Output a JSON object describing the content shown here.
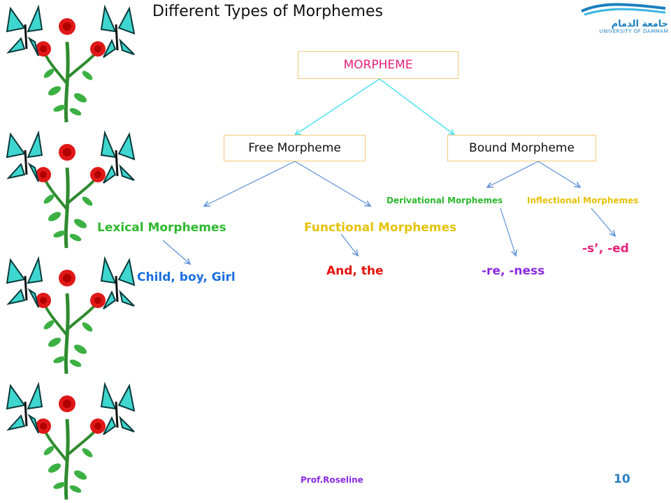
{
  "title": "Different Types of Morphemes",
  "logo": {
    "arabic_text": "جامعة الدمام",
    "latin_text": "UNIVERSITY OF DAMMAM",
    "color": "#1a7fbf"
  },
  "nodes": {
    "root": "MORPHEME",
    "free": "Free Morpheme",
    "bound": "Bound Morpheme",
    "derivational": "Derivational Morphemes",
    "inflectional": "Inflectional Morphemes",
    "lexical": "Lexical Morphemes",
    "functional": "Functional Morphemes"
  },
  "examples": {
    "lexical": "Child, boy, Girl",
    "functional": "And, the",
    "derivational": "-re, -ness",
    "inflectional": "-s’, -ed"
  },
  "footer": {
    "author": "Prof.Roseline",
    "page_number": "10"
  },
  "colors": {
    "root_text": "#e8207a",
    "box_border": "#f2c97a",
    "box_text": "#111111",
    "lexical": "#2eb82e",
    "functional": "#e6c20a",
    "derivational": "#2eb82e",
    "inflectional": "#e6c20a",
    "example_lexical": "#1a6fe0",
    "example_functional": "#e8100a",
    "example_derivational": "#8a2be2",
    "example_inflectional": "#e8207a",
    "arrow_root": "#4fe0f0",
    "arrow_other": "#5b8fd6",
    "page_number": "#2a7fc0",
    "author": "#8a2be2"
  },
  "decorations": [
    "butterfly-rose-icon",
    "butterfly-rose-icon",
    "butterfly-rose-icon",
    "butterfly-rose-icon"
  ]
}
